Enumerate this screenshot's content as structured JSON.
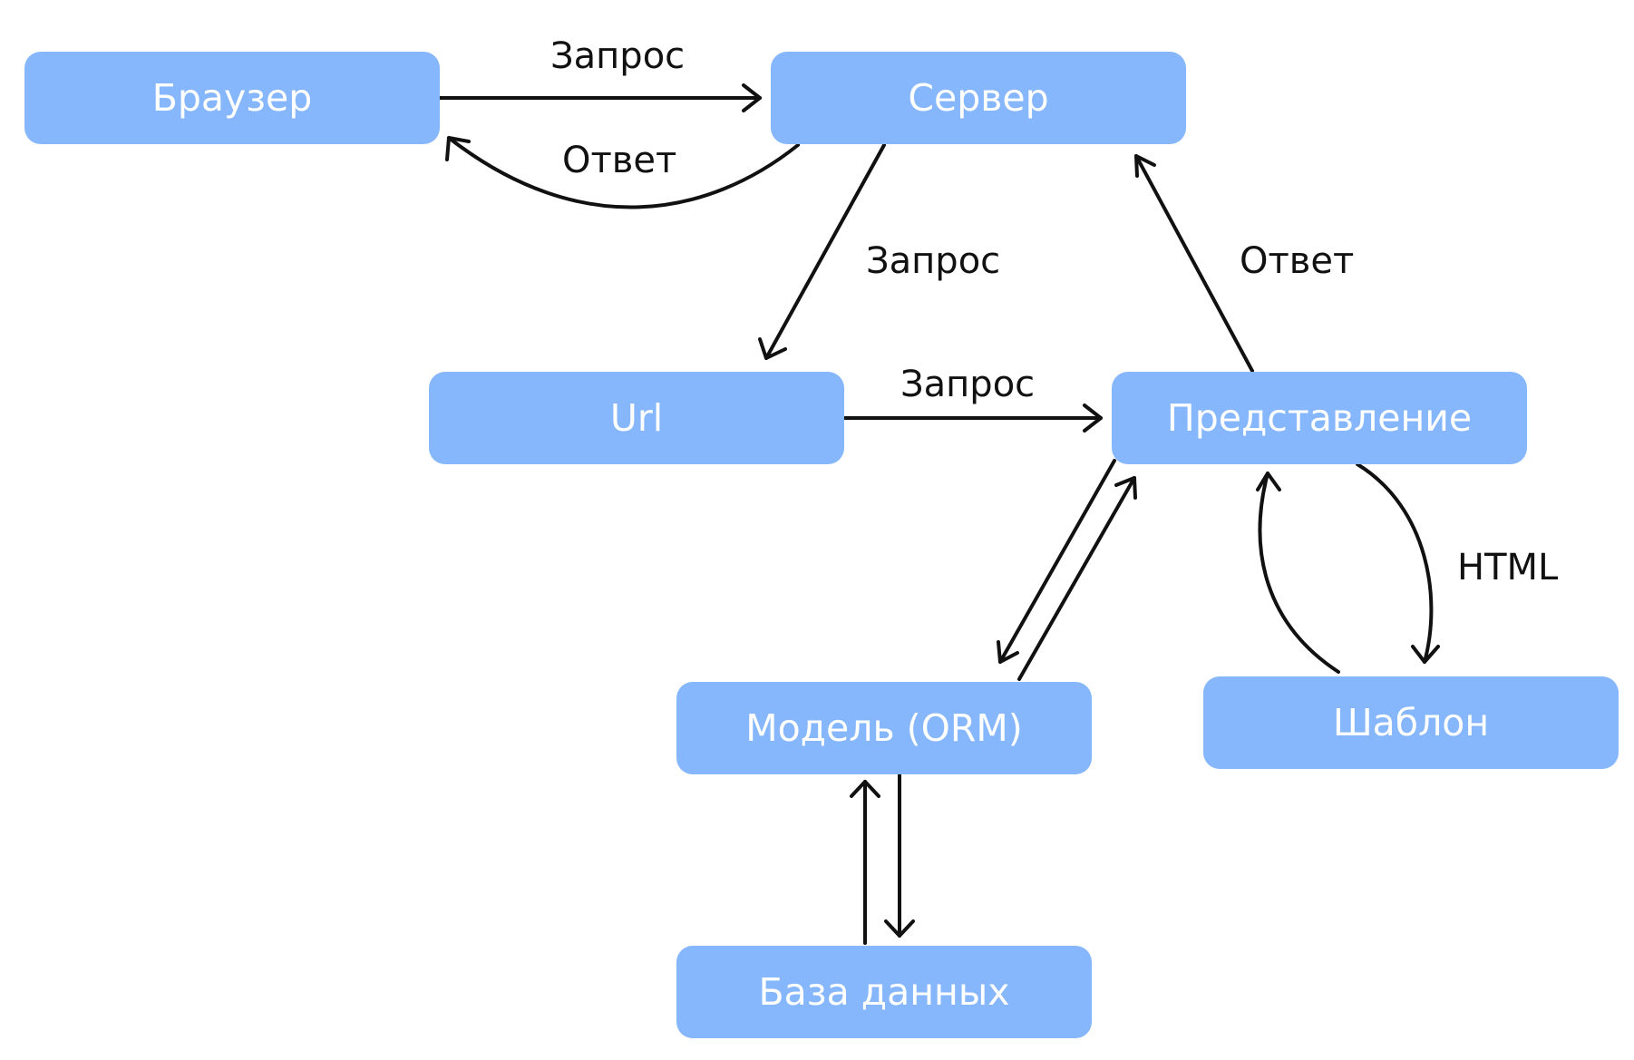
{
  "nodes": {
    "browser": "Браузер",
    "server": "Сервер",
    "url": "Url",
    "view": "Представление",
    "model": "Модель (ORM)",
    "template": "Шаблон",
    "database": "База данных"
  },
  "edge_labels": {
    "browser_to_server": "Запрос",
    "server_to_browser": "Ответ",
    "server_to_url": "Запрос",
    "url_to_view": "Запрос",
    "view_to_server": "Ответ",
    "view_template": "HTML"
  },
  "colors": {
    "node_fill": "#86b7fc",
    "node_text": "#ffffff",
    "edge": "#111111"
  }
}
